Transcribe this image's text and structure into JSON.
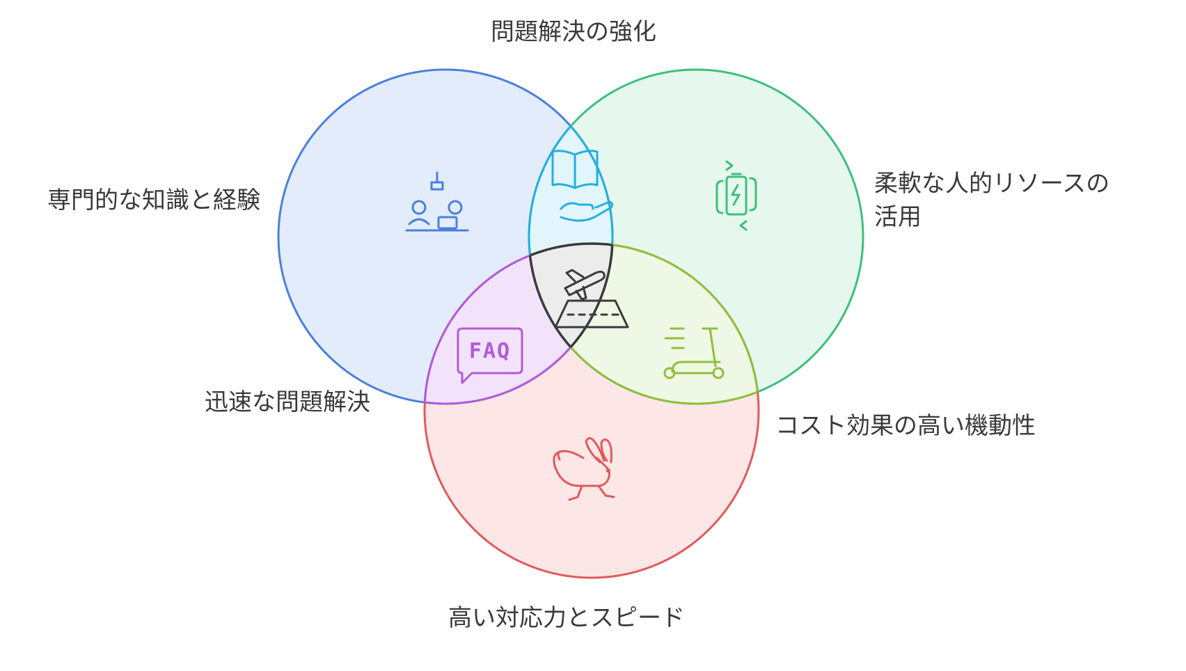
{
  "labels": {
    "top": "問題解決の強化",
    "left": "専門的な知識と経験",
    "right_line1": "柔軟な人的リソースの",
    "right_line2": "活用",
    "mid_left": "迅速な問題解決",
    "mid_right": "コスト効果の高い機動性",
    "bottom": "高い対応力とスピード"
  },
  "icons": {
    "faq_text": "FAQ"
  },
  "circles": [
    {
      "name": "expertise",
      "fill": "#e3ecfb",
      "stroke": "#4a7fdc"
    },
    {
      "name": "flexible-resources",
      "fill": "#e6f8ee",
      "stroke": "#3dbf7b"
    },
    {
      "name": "speed",
      "fill": "#fde6e6",
      "stroke": "#e05a5a"
    }
  ],
  "colors": {
    "blue": "#4a7fdc",
    "green": "#3dbf7b",
    "red": "#e05a5a",
    "cyan": "#22aee0",
    "purple": "#b35ad8",
    "lime": "#8fbf3a",
    "dark": "#3a3a3a",
    "center_fill": "#ececec",
    "top_overlap_fill": "#e2f5fd",
    "left_overlap_fill": "#f2e3fb",
    "right_overlap_fill": "#eff8e4"
  }
}
